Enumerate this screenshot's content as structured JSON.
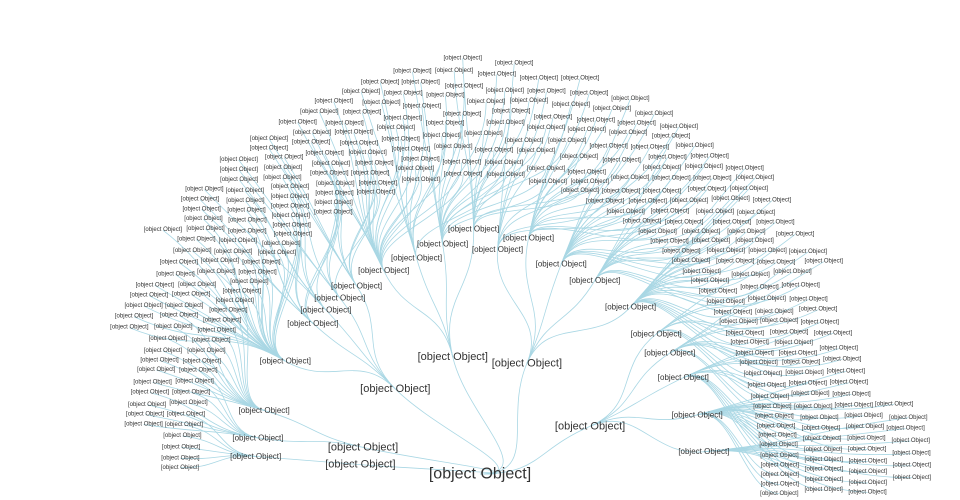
{
  "colors": {
    "link": "#a9d7e4",
    "text": "#333333"
  },
  "diagram": {
    "root": {
      "label": "[object Object]",
      "children": [
        {
          "label": "[object Object]",
          "children": [
            {
              "label": "[object Object]",
              "leaf_count": 6,
              "leaf_label": "[object Object]"
            }
          ]
        },
        {
          "label": "[object Object]",
          "children": [
            {
              "label": "[object Object]",
              "leaf_count": 8,
              "leaf_label": "[object Object]"
            },
            {
              "label": "[object Object]",
              "leaf_count": 14,
              "leaf_label": "[object Object]"
            }
          ]
        },
        {
          "label": "[object Object]",
          "children": [
            {
              "label": "[object Object]",
              "leaf_count": 30,
              "leaf_label": "[object Object]"
            },
            {
              "label": "[object Object]",
              "leaf_count": 8,
              "leaf_label": "[object Object]"
            },
            {
              "label": "[object Object]",
              "leaf_count": 6,
              "leaf_label": "[object Object]"
            },
            {
              "label": "[object Object]",
              "leaf_count": 6,
              "leaf_label": "[object Object]"
            },
            {
              "label": "[object Object]",
              "leaf_count": 8,
              "leaf_label": "[object Object]"
            }
          ]
        },
        {
          "label": "[object Object]",
          "children": [
            {
              "label": "[object Object]",
              "leaf_count": 20,
              "leaf_label": "[object Object]"
            },
            {
              "label": "[object Object]",
              "leaf_count": 8,
              "leaf_label": "[object Object]"
            },
            {
              "label": "[object Object]",
              "leaf_count": 14,
              "leaf_label": "[object Object]"
            },
            {
              "label": "[object Object]",
              "leaf_count": 10,
              "leaf_label": "[object Object]"
            }
          ]
        },
        {
          "label": "[object Object]",
          "children": [
            {
              "label": "[object Object]",
              "leaf_count": 8,
              "leaf_label": "[object Object]"
            },
            {
              "label": "[object Object]",
              "leaf_count": 14,
              "leaf_label": "[object Object]"
            },
            {
              "label": "[object Object]",
              "leaf_count": 16,
              "leaf_label": "[object Object]"
            },
            {
              "label": "[object Object]",
              "leaf_count": 14,
              "leaf_label": "[object Object]"
            },
            {
              "label": "[object Object]",
              "leaf_count": 22,
              "leaf_label": "[object Object]"
            }
          ]
        },
        {
          "label": "[object Object]",
          "children": [
            {
              "label": "[object Object]",
              "leaf_count": 8,
              "leaf_label": "[object Object]"
            },
            {
              "label": "[object Object]",
              "leaf_count": 10,
              "leaf_label": "[object Object]"
            },
            {
              "label": "[object Object]",
              "leaf_count": 12,
              "leaf_label": "[object Object]"
            },
            {
              "label": "[object Object]",
              "leaf_count": 20,
              "leaf_label": "[object Object]"
            },
            {
              "label": "[object Object]",
              "leaf_count": 10,
              "leaf_label": "[object Object]"
            }
          ]
        }
      ]
    }
  }
}
